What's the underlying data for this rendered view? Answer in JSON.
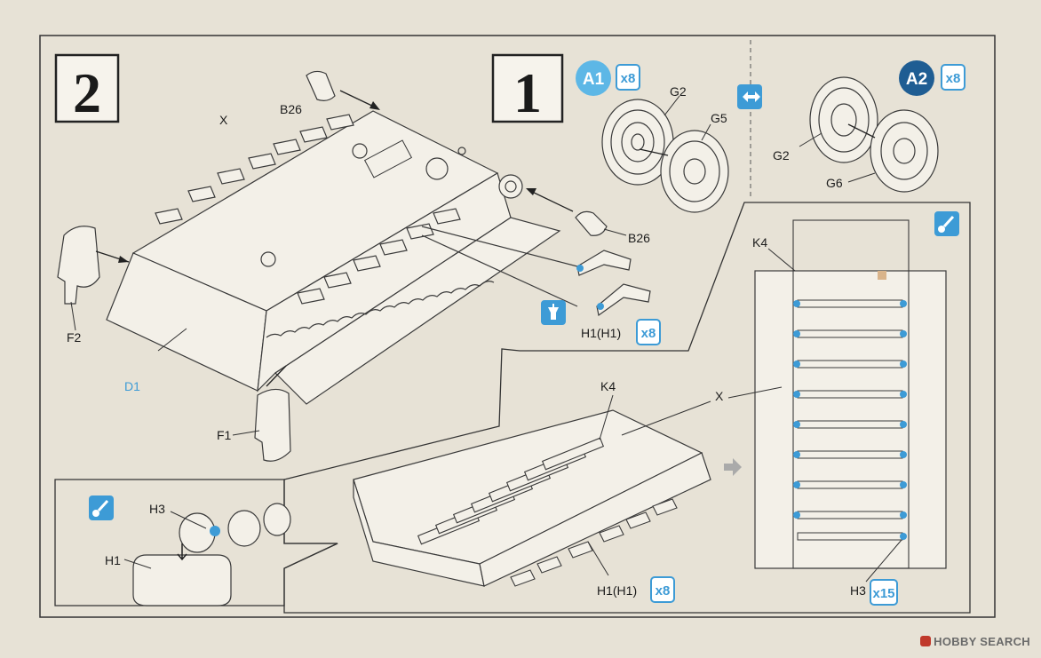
{
  "steps": {
    "step2_number": "2",
    "step1_number": "1"
  },
  "badges": {
    "a1": "A1",
    "a1_qty": "x8",
    "a2": "A2",
    "a2_qty": "x8",
    "h1_qty_upper": "x8",
    "h1_qty_lower": "x8",
    "h3_qty": "x15"
  },
  "labels": {
    "x_upper": "X",
    "b26_top": "B26",
    "b26_right": "B26",
    "f2": "F2",
    "d1": "D1",
    "f1": "F1",
    "h1_upper": "H1(H1)",
    "g2_a1": "G2",
    "g5": "G5",
    "g2_a2": "G2",
    "g6": "G6",
    "k4_side": "K4",
    "k4_bottom": "K4",
    "x_bottom": "X",
    "h1_lower": "H1(H1)",
    "h3_side": "H3",
    "h3_inset": "H3",
    "h1_inset": "H1"
  },
  "colors": {
    "accent_blue": "#3d9bd6",
    "badge_navy": "#1f5d93",
    "ink": "#3a3a3a",
    "paper": "#e7e2d6"
  },
  "icons": [
    "glue-icon",
    "cement-icon",
    "swap-icon",
    "arrow-right-icon"
  ],
  "watermark": "HOBBY SEARCH"
}
